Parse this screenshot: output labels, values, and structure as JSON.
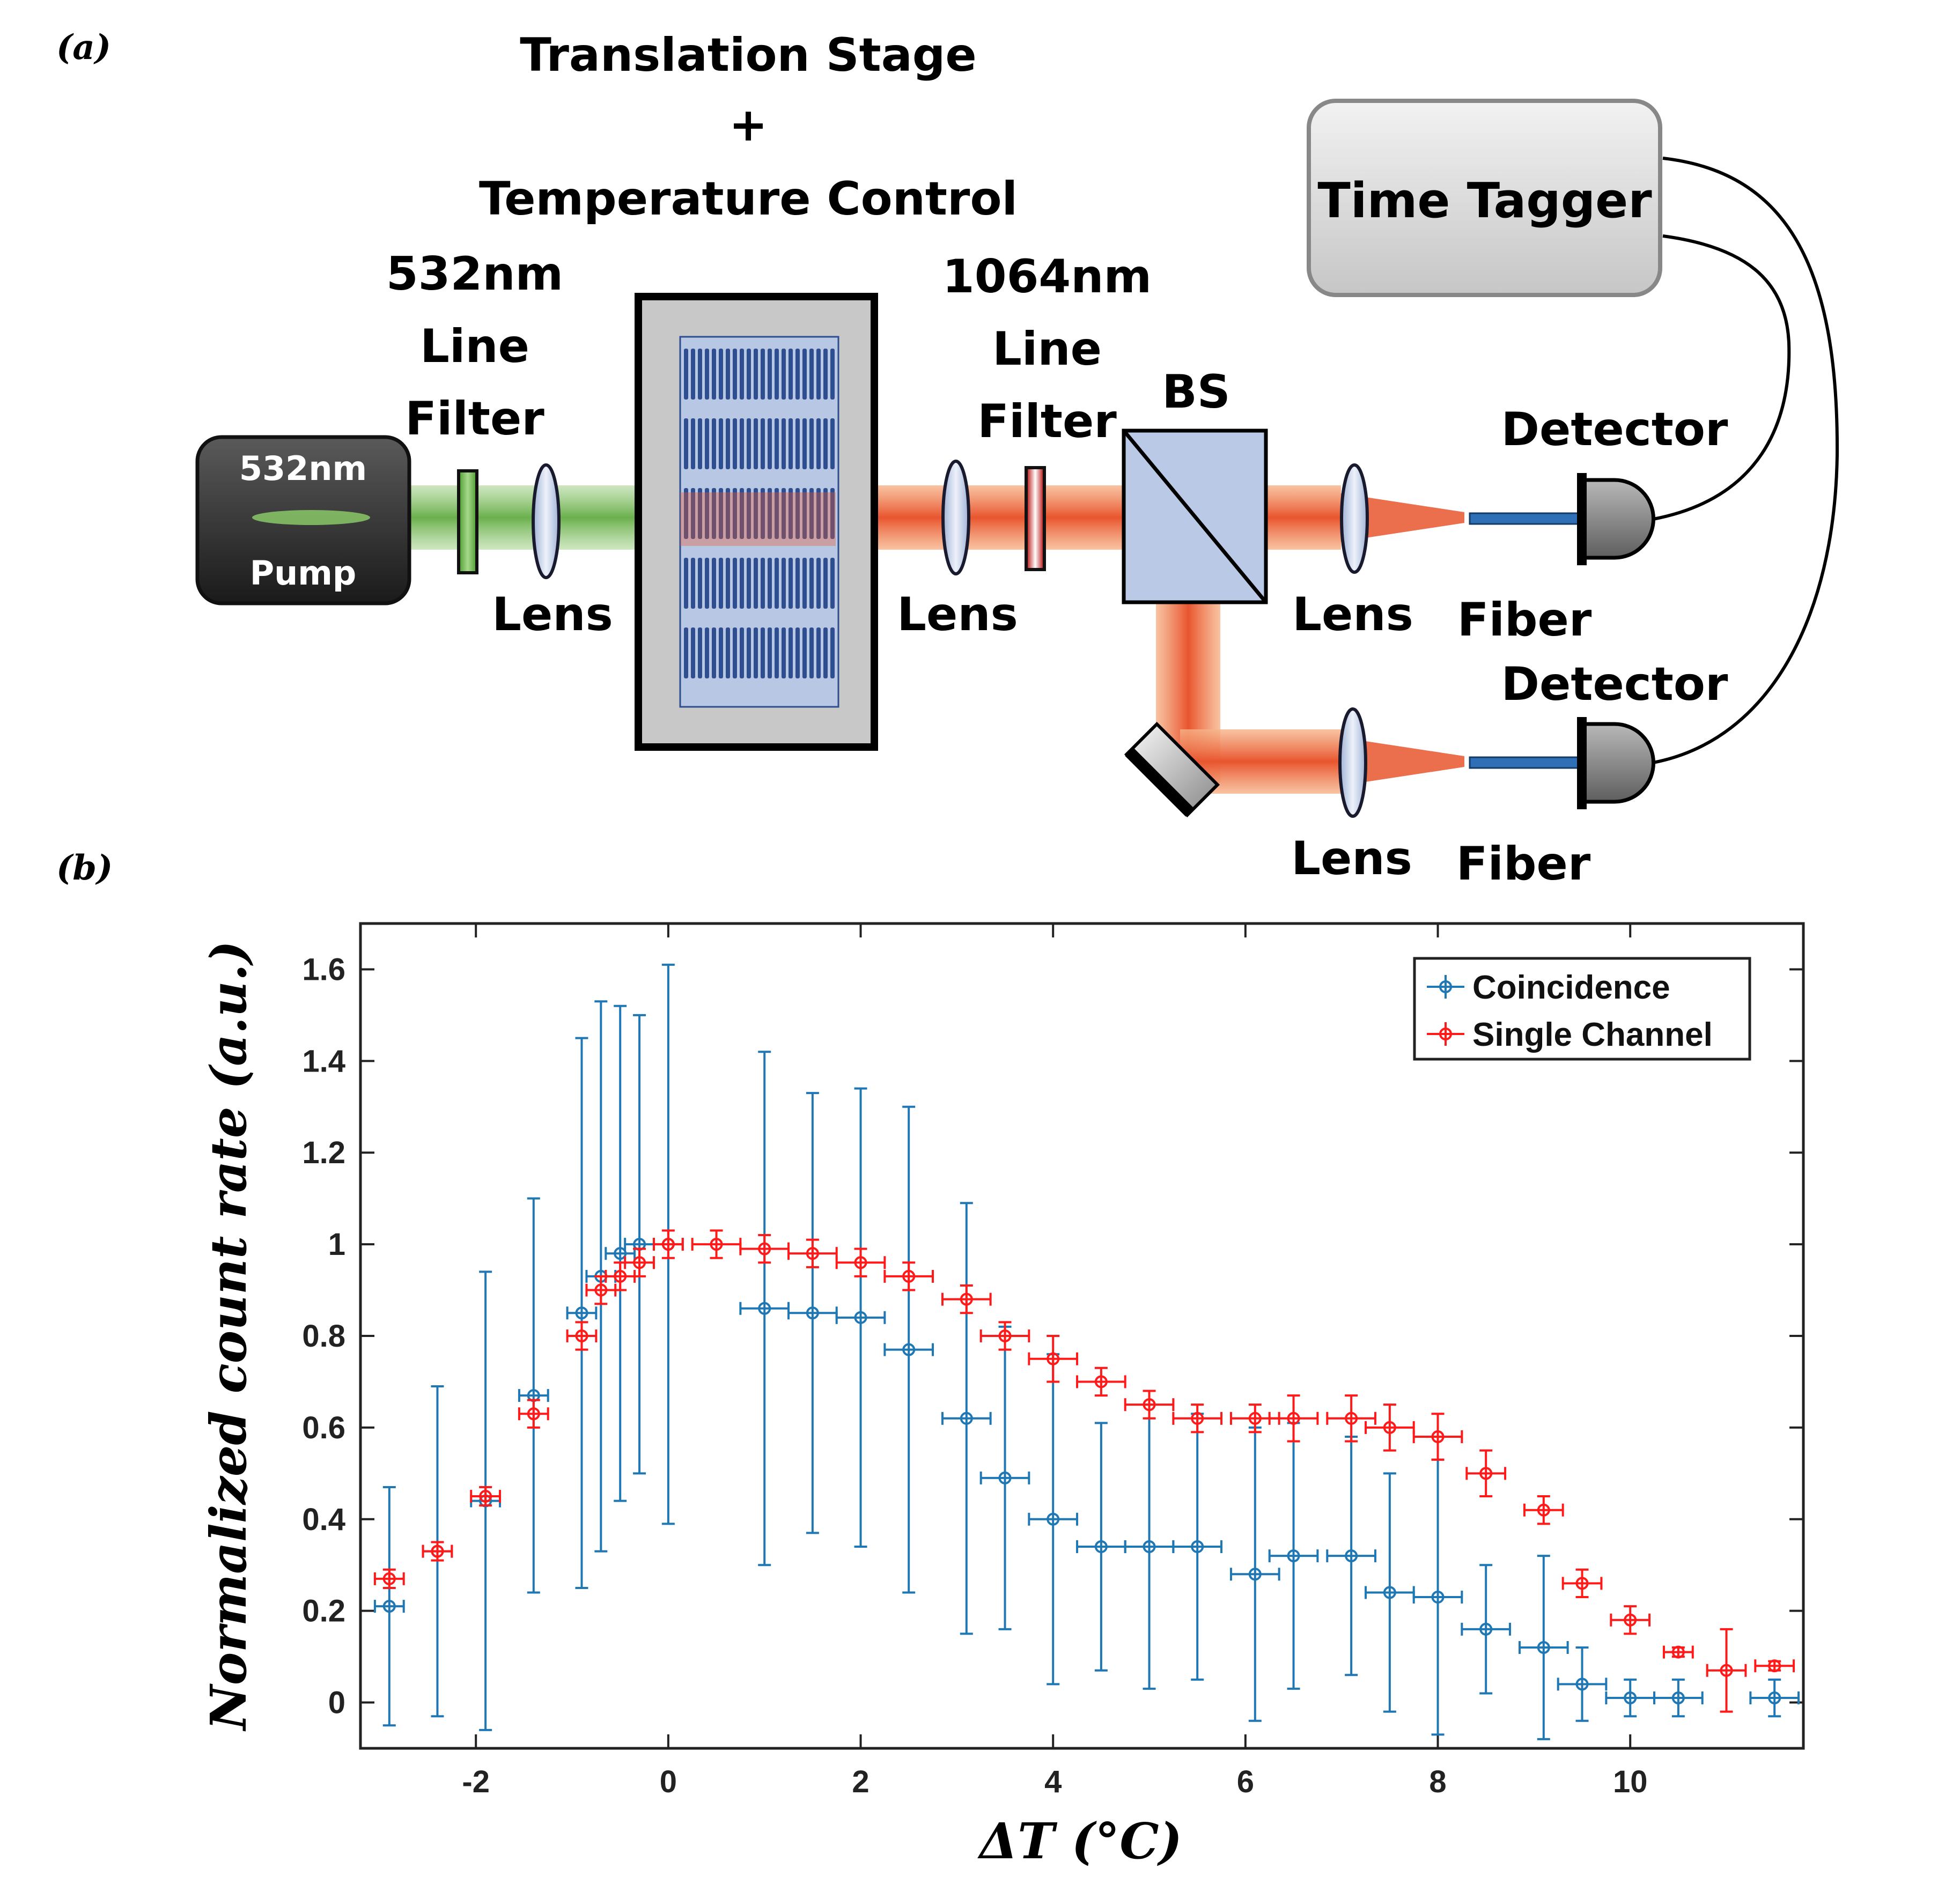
{
  "panel_a": {
    "panel_label": "(a)",
    "stage_title_line1": "Translation Stage",
    "stage_title_line2": "+",
    "stage_title_line3": "Temperature Control",
    "filter532_line1": "532nm",
    "filter532_line2": "Line",
    "filter532_line3": "Filter",
    "filter1064_line1": "1064nm",
    "filter1064_line2": "Line",
    "filter1064_line3": "Filter",
    "pump_top": "532nm",
    "pump_bottom": "Pump",
    "lens1": "Lens",
    "lens2": "Lens",
    "lens3": "Lens",
    "lens4": "Lens",
    "bs": "BS",
    "detector1": "Detector",
    "detector2": "Detector",
    "fiber1": "Fiber",
    "fiber2": "Fiber",
    "time_tagger": "Time Tagger",
    "colors": {
      "green_beam": "#6ab04c",
      "red_beam": "#e8552e",
      "box_gray": "#c8c8c8",
      "crystal_blue": "#2e4e8f"
    }
  },
  "panel_b": {
    "panel_label": "(b)",
    "chart_data": {
      "type": "scatter",
      "xlabel": "ΔT (°C)",
      "ylabel": "Normalized count rate (a.u.)",
      "xlim": [
        -3.2,
        11.8
      ],
      "ylim": [
        -0.1,
        1.7
      ],
      "xticks": [
        -2,
        0,
        2,
        4,
        6,
        8,
        10
      ],
      "xtick_labels": [
        "-2",
        "0",
        "2",
        "4",
        "6",
        "8",
        "10"
      ],
      "yticks": [
        0,
        0.2,
        0.4,
        0.6,
        0.8,
        1,
        1.2,
        1.4,
        1.6
      ],
      "ytick_labels": [
        "0",
        "0.2",
        "0.4",
        "0.6",
        "0.8",
        "1",
        "1.2",
        "1.4",
        "1.6"
      ],
      "grid": false,
      "legend_position": "top-right",
      "series": [
        {
          "name": "Coincidence",
          "color": "#1f77b4",
          "points": [
            {
              "x": -2.9,
              "y": 0.21,
              "yerr": 0.26,
              "xerr": 0.15
            },
            {
              "x": -2.4,
              "y": 0.33,
              "yerr": 0.36,
              "xerr": 0.15
            },
            {
              "x": -1.9,
              "y": 0.44,
              "yerr": 0.5,
              "xerr": 0.15
            },
            {
              "x": -1.4,
              "y": 0.67,
              "yerr": 0.43,
              "xerr": 0.15
            },
            {
              "x": -0.9,
              "y": 0.85,
              "yerr": 0.6,
              "xerr": 0.15
            },
            {
              "x": -0.7,
              "y": 0.93,
              "yerr": 0.6,
              "xerr": 0.15
            },
            {
              "x": -0.5,
              "y": 0.98,
              "yerr": 0.54,
              "xerr": 0.15
            },
            {
              "x": -0.3,
              "y": 1.0,
              "yerr": 0.5,
              "xerr": 0.15
            },
            {
              "x": 0.0,
              "y": 1.0,
              "yerr": 0.61,
              "xerr": 0.15
            },
            {
              "x": 1.0,
              "y": 0.86,
              "yerr": 0.56,
              "xerr": 0.25
            },
            {
              "x": 1.5,
              "y": 0.85,
              "yerr": 0.48,
              "xerr": 0.25
            },
            {
              "x": 2.0,
              "y": 0.84,
              "yerr": 0.5,
              "xerr": 0.25
            },
            {
              "x": 2.5,
              "y": 0.77,
              "yerr": 0.53,
              "xerr": 0.25
            },
            {
              "x": 3.1,
              "y": 0.62,
              "yerr": 0.47,
              "xerr": 0.25
            },
            {
              "x": 3.5,
              "y": 0.49,
              "yerr": 0.33,
              "xerr": 0.25
            },
            {
              "x": 4.0,
              "y": 0.4,
              "yerr": 0.36,
              "xerr": 0.25
            },
            {
              "x": 4.5,
              "y": 0.34,
              "yerr": 0.27,
              "xerr": 0.25
            },
            {
              "x": 5.0,
              "y": 0.34,
              "yerr": 0.31,
              "xerr": 0.25
            },
            {
              "x": 5.5,
              "y": 0.34,
              "yerr": 0.29,
              "xerr": 0.25
            },
            {
              "x": 6.1,
              "y": 0.28,
              "yerr": 0.32,
              "xerr": 0.25
            },
            {
              "x": 6.5,
              "y": 0.32,
              "yerr": 0.29,
              "xerr": 0.25
            },
            {
              "x": 7.1,
              "y": 0.32,
              "yerr": 0.26,
              "xerr": 0.25
            },
            {
              "x": 7.5,
              "y": 0.24,
              "yerr": 0.26,
              "xerr": 0.25
            },
            {
              "x": 8.0,
              "y": 0.23,
              "yerr": 0.3,
              "xerr": 0.25
            },
            {
              "x": 8.5,
              "y": 0.16,
              "yerr": 0.14,
              "xerr": 0.25
            },
            {
              "x": 9.1,
              "y": 0.12,
              "yerr": 0.2,
              "xerr": 0.25
            },
            {
              "x": 9.5,
              "y": 0.04,
              "yerr": 0.08,
              "xerr": 0.25
            },
            {
              "x": 10.0,
              "y": 0.01,
              "yerr": 0.04,
              "xerr": 0.25
            },
            {
              "x": 10.5,
              "y": 0.01,
              "yerr": 0.04,
              "xerr": 0.25
            },
            {
              "x": 11.5,
              "y": 0.01,
              "yerr": 0.04,
              "xerr": 0.25
            }
          ]
        },
        {
          "name": "Single Channel",
          "color": "#ff1a1a",
          "points": [
            {
              "x": -2.9,
              "y": 0.27,
              "yerr": 0.02,
              "xerr": 0.15
            },
            {
              "x": -2.4,
              "y": 0.33,
              "yerr": 0.02,
              "xerr": 0.15
            },
            {
              "x": -1.9,
              "y": 0.45,
              "yerr": 0.02,
              "xerr": 0.15
            },
            {
              "x": -1.4,
              "y": 0.63,
              "yerr": 0.03,
              "xerr": 0.15
            },
            {
              "x": -0.9,
              "y": 0.8,
              "yerr": 0.03,
              "xerr": 0.15
            },
            {
              "x": -0.7,
              "y": 0.9,
              "yerr": 0.03,
              "xerr": 0.15
            },
            {
              "x": -0.5,
              "y": 0.93,
              "yerr": 0.03,
              "xerr": 0.15
            },
            {
              "x": -0.3,
              "y": 0.96,
              "yerr": 0.03,
              "xerr": 0.15
            },
            {
              "x": 0.0,
              "y": 1.0,
              "yerr": 0.03,
              "xerr": 0.15
            },
            {
              "x": 0.5,
              "y": 1.0,
              "yerr": 0.03,
              "xerr": 0.25
            },
            {
              "x": 1.0,
              "y": 0.99,
              "yerr": 0.03,
              "xerr": 0.25
            },
            {
              "x": 1.5,
              "y": 0.98,
              "yerr": 0.03,
              "xerr": 0.25
            },
            {
              "x": 2.0,
              "y": 0.96,
              "yerr": 0.03,
              "xerr": 0.25
            },
            {
              "x": 2.5,
              "y": 0.93,
              "yerr": 0.03,
              "xerr": 0.25
            },
            {
              "x": 3.1,
              "y": 0.88,
              "yerr": 0.03,
              "xerr": 0.25
            },
            {
              "x": 3.5,
              "y": 0.8,
              "yerr": 0.03,
              "xerr": 0.25
            },
            {
              "x": 4.0,
              "y": 0.75,
              "yerr": 0.05,
              "xerr": 0.25
            },
            {
              "x": 4.5,
              "y": 0.7,
              "yerr": 0.03,
              "xerr": 0.25
            },
            {
              "x": 5.0,
              "y": 0.65,
              "yerr": 0.03,
              "xerr": 0.25
            },
            {
              "x": 5.5,
              "y": 0.62,
              "yerr": 0.03,
              "xerr": 0.25
            },
            {
              "x": 6.1,
              "y": 0.62,
              "yerr": 0.03,
              "xerr": 0.25
            },
            {
              "x": 6.5,
              "y": 0.62,
              "yerr": 0.05,
              "xerr": 0.25
            },
            {
              "x": 7.1,
              "y": 0.62,
              "yerr": 0.05,
              "xerr": 0.25
            },
            {
              "x": 7.5,
              "y": 0.6,
              "yerr": 0.05,
              "xerr": 0.25
            },
            {
              "x": 8.0,
              "y": 0.58,
              "yerr": 0.05,
              "xerr": 0.25
            },
            {
              "x": 8.5,
              "y": 0.5,
              "yerr": 0.05,
              "xerr": 0.2
            },
            {
              "x": 9.1,
              "y": 0.42,
              "yerr": 0.03,
              "xerr": 0.2
            },
            {
              "x": 9.5,
              "y": 0.26,
              "yerr": 0.03,
              "xerr": 0.2
            },
            {
              "x": 10.0,
              "y": 0.18,
              "yerr": 0.03,
              "xerr": 0.2
            },
            {
              "x": 10.5,
              "y": 0.11,
              "yerr": 0.01,
              "xerr": 0.15
            },
            {
              "x": 11.0,
              "y": 0.07,
              "yerr": 0.09,
              "xerr": 0.2
            },
            {
              "x": 11.5,
              "y": 0.08,
              "yerr": 0.01,
              "xerr": 0.2
            }
          ]
        }
      ]
    }
  }
}
